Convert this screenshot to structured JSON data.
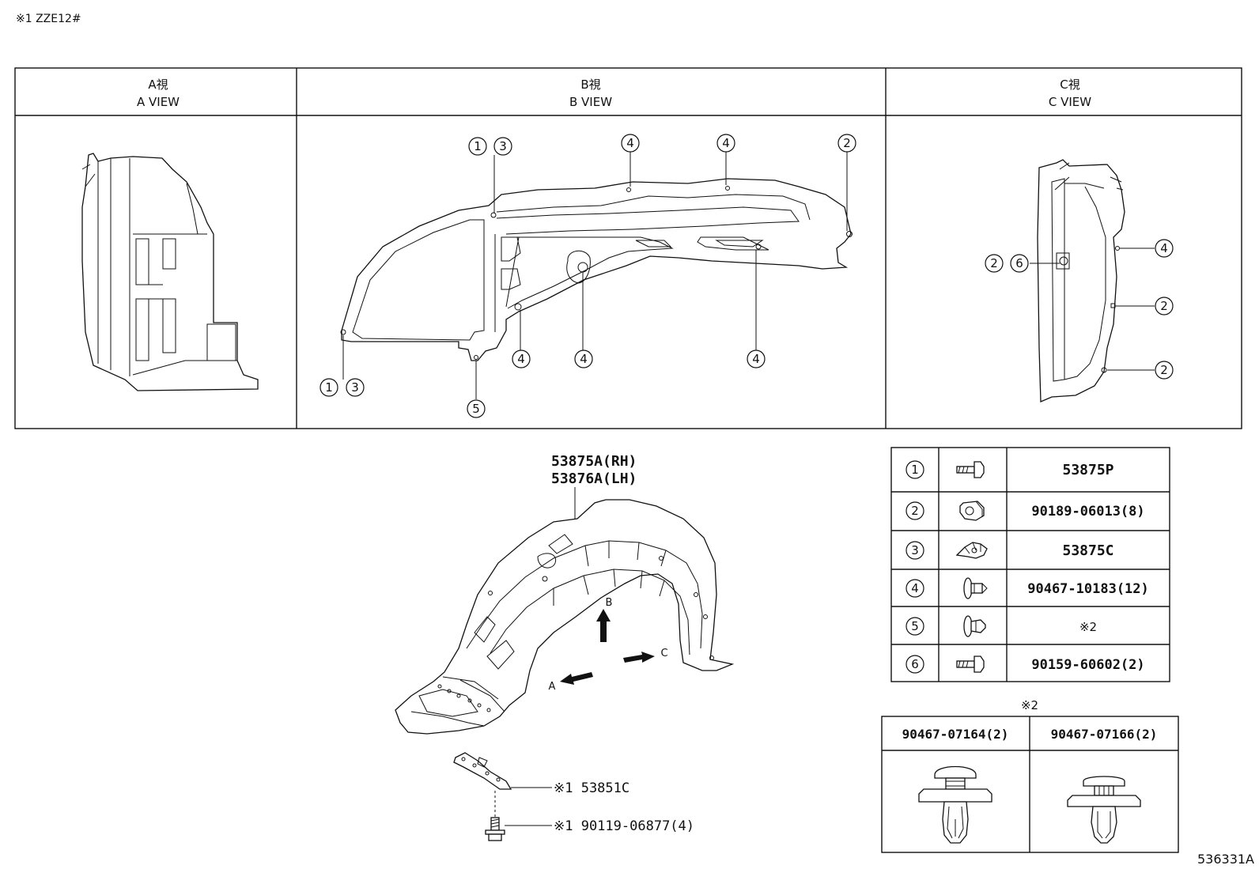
{
  "note_top": "※1 ZZE12#",
  "views": [
    {
      "jp": "A視",
      "en": "A VIEW"
    },
    {
      "jp": "B視",
      "en": "B VIEW"
    },
    {
      "jp": "C視",
      "en": "C VIEW"
    }
  ],
  "callouts": {
    "c1": "1",
    "c2": "2",
    "c3": "3",
    "c4": "4",
    "c5": "5",
    "c6": "6"
  },
  "main_part": {
    "rh": "53875A(RH)",
    "lh": "53876A(LH)"
  },
  "arrows": {
    "a": "A",
    "b": "B",
    "c": "C"
  },
  "sub_parts": {
    "bracket": "※1 53851C",
    "screw": "※1 90119-06877(4)"
  },
  "legend": [
    {
      "no": "1",
      "part": "53875P"
    },
    {
      "no": "2",
      "part": "90189-06013(8)"
    },
    {
      "no": "3",
      "part": "53875C"
    },
    {
      "no": "4",
      "part": "90467-10183(12)"
    },
    {
      "no": "5",
      "part": "※2"
    },
    {
      "no": "6",
      "part": "90159-60602(2)"
    }
  ],
  "note2": {
    "title": "※2",
    "columns": [
      "90467-07164(2)",
      "90467-07166(2)"
    ]
  },
  "diagram_id": "536331A"
}
